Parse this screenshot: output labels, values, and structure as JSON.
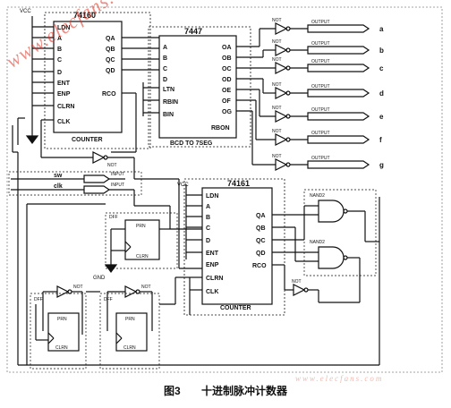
{
  "figure": {
    "number": "图3",
    "title": "十进制脉冲计数器"
  },
  "watermark": "www.elecfans.com",
  "supply_label": "VCC",
  "gnd_label": "GND",
  "u74160": {
    "name": "74160",
    "pins_left": [
      "LDN",
      "A",
      "B",
      "C",
      "D",
      "ENT",
      "ENP",
      "CLRN",
      "CLK"
    ],
    "pins_right": [
      "QA",
      "QB",
      "QC",
      "QD",
      "RCO"
    ],
    "footer": "COUNTER"
  },
  "u7447": {
    "name": "7447",
    "pins_left": [
      "A",
      "B",
      "C",
      "D",
      "LTN",
      "RBIN",
      "BIN"
    ],
    "pins_right": [
      "OA",
      "OB",
      "OC",
      "OD",
      "OE",
      "OF",
      "OG",
      "RBON"
    ],
    "footer": "BCD TO 7SEG"
  },
  "u74161": {
    "name": "74161",
    "pins_left": [
      "LDN",
      "A",
      "B",
      "C",
      "D",
      "ENT",
      "ENP",
      "CLRN",
      "CLK"
    ],
    "pins_right": [
      "QA",
      "QB",
      "QC",
      "QD",
      "RCO"
    ],
    "footer": "COUNTER"
  },
  "outputs": [
    "a",
    "b",
    "c",
    "d",
    "e",
    "f",
    "g"
  ],
  "output_tag": "OUTPUT",
  "inputs": [
    {
      "tag": "INPUT",
      "signal": "sw"
    },
    {
      "tag": "INPUT",
      "signal": "clk"
    }
  ],
  "gates": {
    "not_label": "NOT",
    "nand_label": "NAND2",
    "dff_label": "DFF",
    "prn_label": "PRN",
    "clrn_label": "CLRN"
  }
}
